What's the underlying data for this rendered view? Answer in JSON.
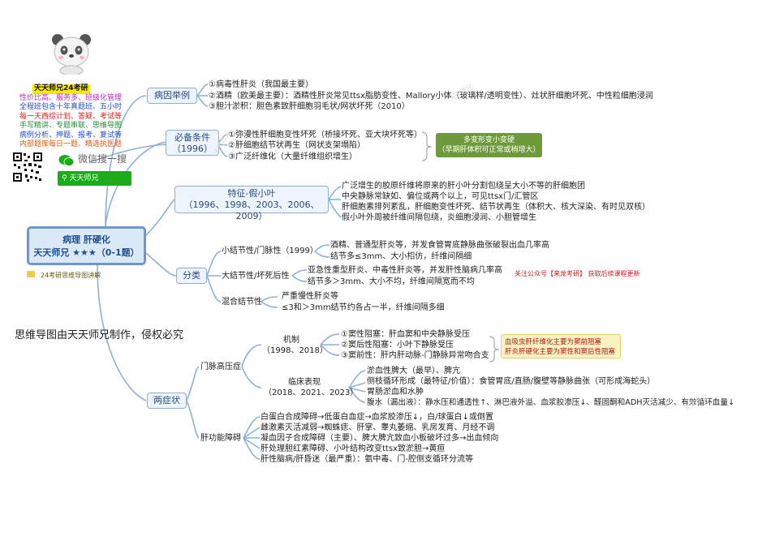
{
  "promo": {
    "title": "天天师兄24考研",
    "lines": [
      {
        "text": "性价比高、服务多、班级化管理",
        "color": "#c025c0"
      },
      {
        "text": "全程班包含十年真题班、五小时",
        "color": "#1e4fd0"
      },
      {
        "text": "每一天西综计划、答疑、考试等",
        "color": "#e02020"
      },
      {
        "text": "手写精讲、专题串联、思维导图",
        "color": "#1f8f2f"
      },
      {
        "text": "病例分析、押题、报考、复试等",
        "color": "#1e4fd0"
      },
      {
        "text": "内部题库每日一题、精选执医题",
        "color": "#e05a10"
      }
    ],
    "wechat_label": "微信搜一搜",
    "search_text": "天天师兄"
  },
  "center": {
    "title": "病理 肝硬化",
    "subtitle": "天天师兄 ★★★（0-1题）",
    "tag": "24考研思维导图讲解"
  },
  "copyright": "思维导图由天天师兄制作，侵权必究",
  "etiology": {
    "label": "病因举例",
    "items": [
      "①病毒性肝炎（我国最主要）",
      "②酒精（欧美最主要）：酒精性肝炎常见ttsx脂肪变性、Mallory小体（玻璃样/透明变性）、灶状肝细胞坏死、中性粒细胞浸润",
      "③胆汁淤积：胆色素致肝细胞羽毛状/网状坏死（2010）"
    ]
  },
  "required": {
    "label": "必备条件",
    "year": "（1996）",
    "items": [
      "①弥漫性肝细胞变性坏死（桥接坏死、亚大块坏死等）",
      "②肝细胞结节状再生（网状支架塌陷）",
      "③广泛纤维化（大量纤维组织增生）"
    ],
    "note_line1": "多变形变小变硬",
    "note_line2": "（早期肝体积可正常或稍增大）"
  },
  "feature": {
    "label": "特征-假小叶",
    "years": "（1996、1998、2003、2006、2009）",
    "items": [
      "广泛增生的胶原纤维将原来的肝小叶分割包绕呈大小不等的肝细胞团",
      "中央静脉常缺如、偏位或两个以上，可见ttsx门/汇管区",
      "肝细胞素排列紊乱，肝细胞变性坏死、结节状再生（体积大、核大深染、有时见双核）",
      "假小叶外周被纤维间隔包绕，炎细胞浸润、小胆管增生"
    ]
  },
  "classification": {
    "label": "分类",
    "types": [
      {
        "name": "小结节性/门脉性（1999）",
        "desc": [
          "酒精、普通型肝炎等，并发食管胃底静脉曲张破裂出血几率高",
          "结节多≤3mm、大小相仿，纤维间隔细"
        ]
      },
      {
        "name": "大结节性/坏死后性",
        "desc": [
          "亚急性重型肝炎、中毒性肝炎等，并发肝性脑病几率高",
          "结节多＞3mm、大小不均，纤维间隔宽而不均"
        ]
      },
      {
        "name": "混合结节性",
        "desc": [
          "严重慢性肝炎等",
          "≤3和＞3mm结节约各占一半，纤维间隔多细"
        ]
      }
    ],
    "ad": "关注公众号【来龙考研】 获取后续课程更新"
  },
  "two_syndromes": {
    "label": "两症状",
    "portal": {
      "label": "门脉高压症",
      "mechanism_label": "机制",
      "mechanism_years": "（1998、2018）",
      "mechanism_items": [
        "①窦性阻塞：肝血窦和中央静脉受压",
        "②窦后性阻塞：小叶下静脉受压",
        "③窦前性：肝内肝动脉-门静脉异常吻合支"
      ],
      "note": [
        "血吸虫肝纤维化主要为窦前阻塞",
        "肝炎肝硬化主要为窦性和窦后性阻塞"
      ],
      "clinical_label": "临床表现",
      "clinical_years": "（2018、2021、2023）",
      "clinical_items": [
        "淤血性脾大（最早）、脾亢",
        "侧枝循环形成（最特征/价值）：食管胃底/直肠/腹壁等静脉曲张（可形成海蛇头）",
        "胃肠淤血和水肿",
        "腹水（漏出液）：静水压和通透性↑、淋巴液外溢、血浆胶渗压↓、醛固酮和ADH灭活减少、有效循环血量↓"
      ]
    },
    "liver": {
      "label": "肝功能障碍",
      "items": [
        "白蛋白合成障碍→低蛋白血症→血浆胶渗压↓，白/球蛋白↓或倒置",
        "雌激素灭活减弱→蜘蛛痣、肝掌、睾丸萎缩、乳房发育、月经不调",
        "凝血因子合成障碍（主要）、脾大脾亢致血小板破坏过多→出血倾向",
        "肝处理胆红素障碍、小叶结构改变ttsx致淤胆→黄疸",
        "肝性脑病/肝昏迷（最严重）：氨中毒、门-腔侧支循环分流等"
      ]
    }
  },
  "watermark": "天天师兄"
}
